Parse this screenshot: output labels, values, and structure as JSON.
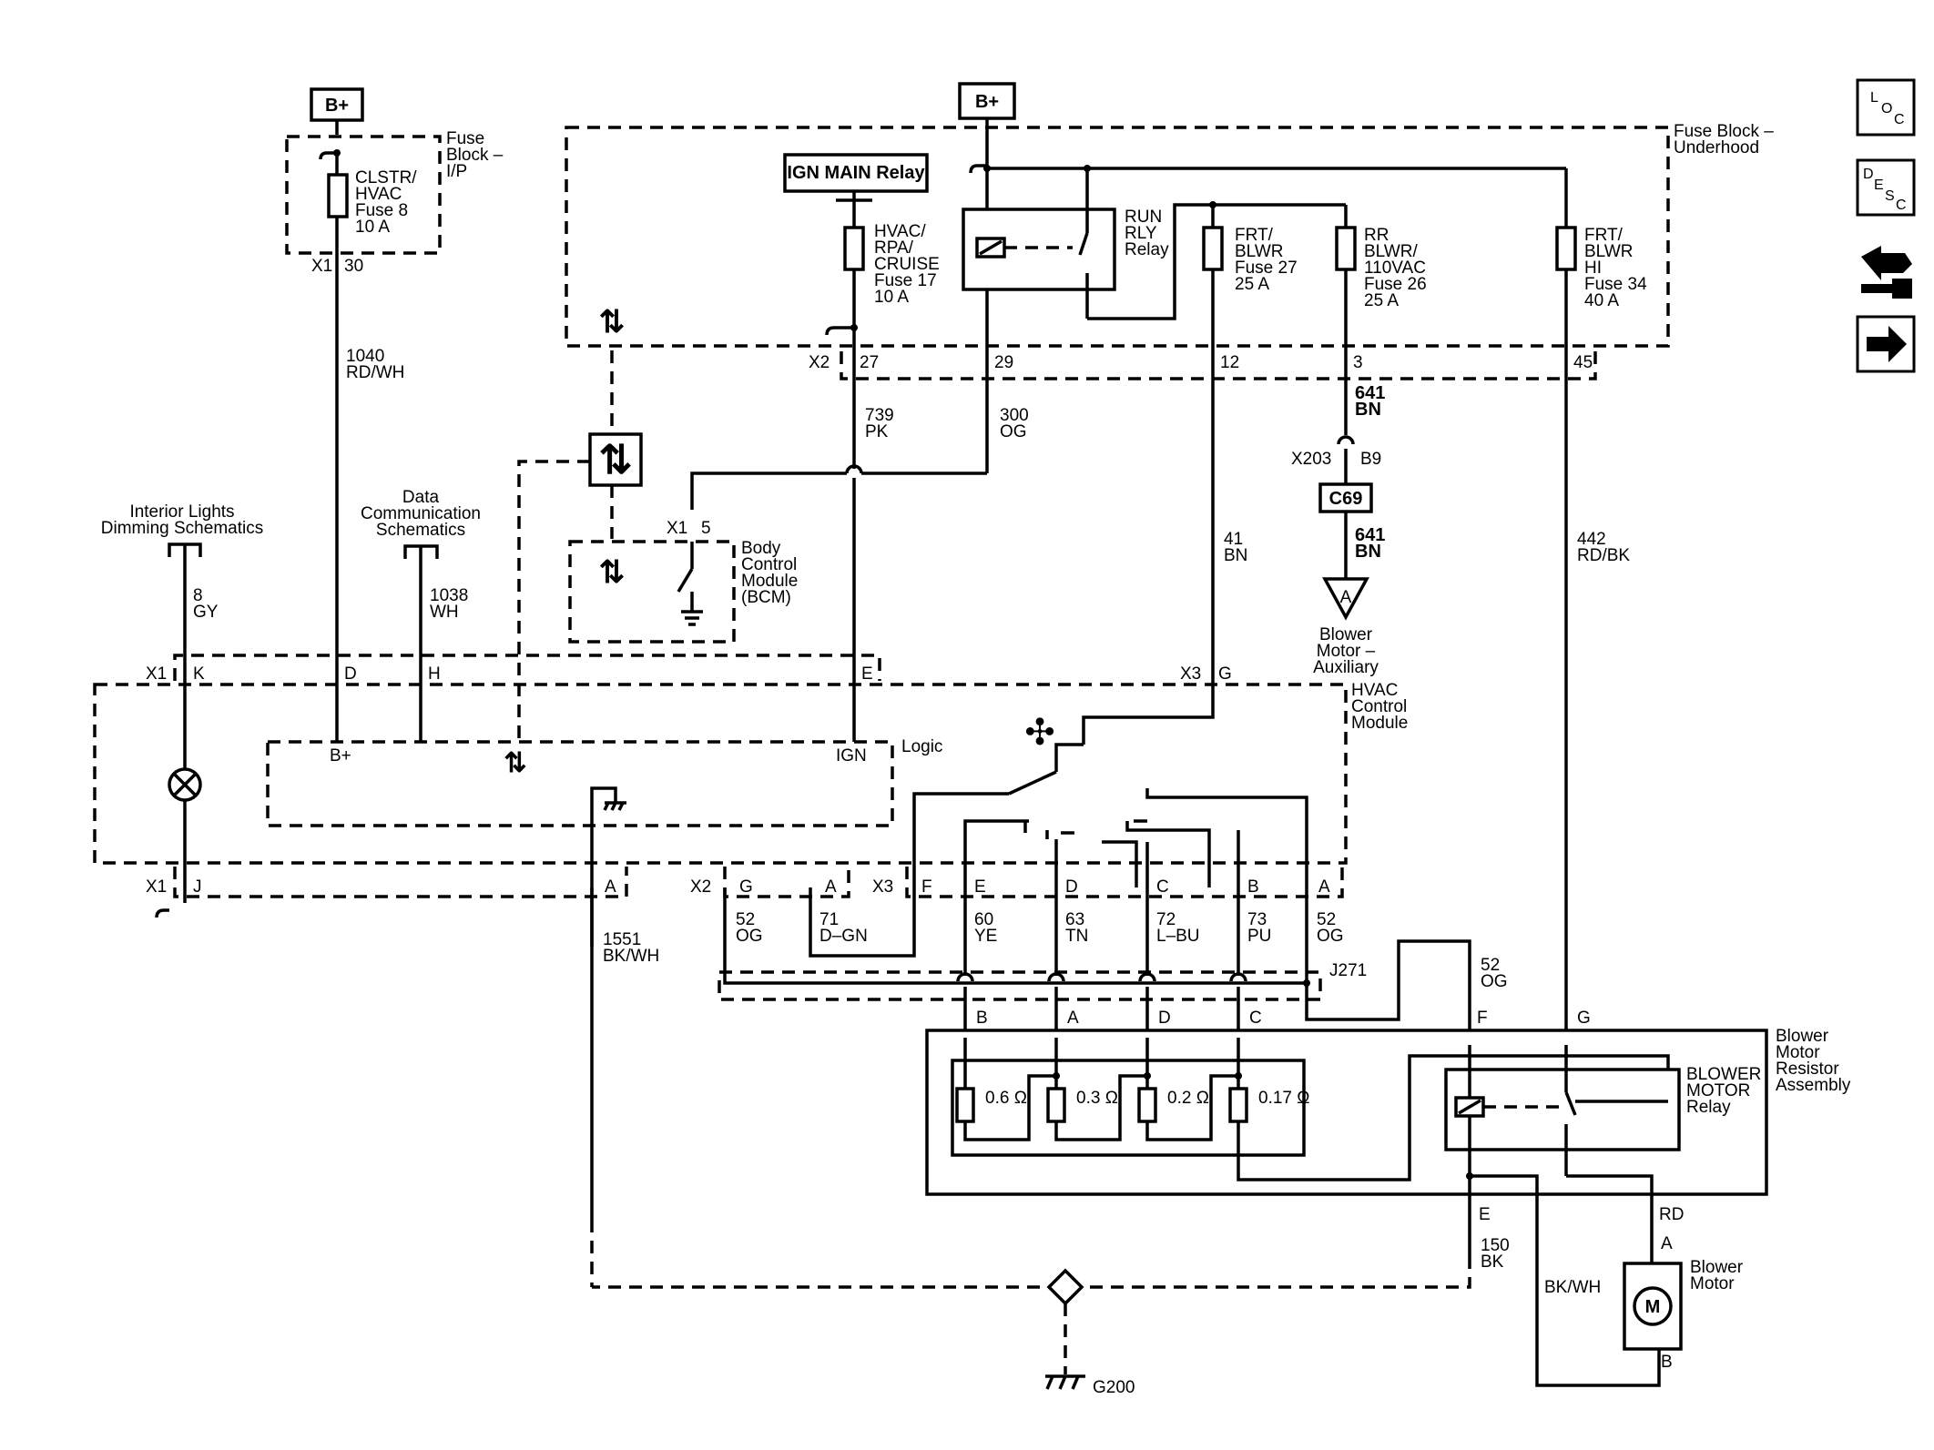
{
  "supply": {
    "bplus": "B+"
  },
  "fuse_ip": {
    "name": [
      "Fuse",
      "Block –",
      "I/P"
    ],
    "fuse": [
      "CLSTR/",
      "HVAC",
      "Fuse 8",
      "10 A"
    ],
    "conn": "X1",
    "pin": "30"
  },
  "fuse_uh": {
    "name": [
      "Fuse Block –",
      "Underhood"
    ],
    "relay_ign": "IGN MAIN Relay",
    "fuse17": [
      "HVAC/",
      "RPA/",
      "CRUISE",
      "Fuse 17",
      "10 A"
    ],
    "run_relay": [
      "RUN",
      "RLY",
      "Relay"
    ],
    "fuse27": [
      "FRT/",
      "BLWR",
      "Fuse 27",
      "25 A"
    ],
    "fuse26": [
      "RR",
      "BLWR/",
      "110VAC",
      "Fuse 26",
      "25 A"
    ],
    "fuse34": [
      "FRT/",
      "BLWR",
      "HI",
      "Fuse 34",
      "40 A"
    ],
    "conn": "X2",
    "pins": [
      "27",
      "29",
      "12",
      "3",
      "45"
    ]
  },
  "wires": {
    "w1040": [
      "1040",
      "RD/WH"
    ],
    "w739": [
      "739",
      "PK"
    ],
    "w300": [
      "300",
      "OG"
    ],
    "w41": [
      "41",
      "BN"
    ],
    "w641a": [
      "641",
      "BN"
    ],
    "w641b": [
      "641",
      "BN"
    ],
    "w442": [
      "442",
      "RD/BK"
    ],
    "w8": [
      "8",
      "GY"
    ],
    "w1038": [
      "1038",
      "WH"
    ],
    "w1551": [
      "1551",
      "BK/WH"
    ],
    "w52a": [
      "52",
      "OG"
    ],
    "w71": [
      "71",
      "D–GN"
    ],
    "w60": [
      "60",
      "YE"
    ],
    "w63": [
      "63",
      "TN"
    ],
    "w72": [
      "72",
      "L–BU"
    ],
    "w73": [
      "73",
      "PU"
    ],
    "w52b": [
      "52",
      "OG"
    ],
    "w52c": [
      "52",
      "OG"
    ],
    "w150": [
      "150",
      "BK"
    ],
    "wbkwh": "BK/WH",
    "wrd": "RD"
  },
  "x203": {
    "conn": "X203",
    "pin": "B9",
    "ref": "C69"
  },
  "aux": {
    "letter": "A",
    "label": [
      "Blower",
      "Motor –",
      "Auxiliary"
    ]
  },
  "bcm": {
    "conn": "X1",
    "pin": "5",
    "label": [
      "Body",
      "Control",
      "Module",
      "(BCM)"
    ]
  },
  "refs": {
    "interior": [
      "Interior Lights",
      "Dimming Schematics"
    ],
    "data": [
      "Data",
      "Communication",
      "Schematics"
    ]
  },
  "hvac": {
    "label": [
      "HVAC",
      "Control",
      "Module"
    ],
    "logic": "Logic",
    "bplus": "B+",
    "ign": "IGN",
    "x1": "X1",
    "x1_pins": [
      "K",
      "D",
      "H",
      "E"
    ],
    "x3top": "X3",
    "x3top_pin": "G",
    "x1bot": "X1",
    "x1bot_pins": [
      "J",
      "A"
    ],
    "x2": "X2",
    "x2_pins": [
      "G",
      "A"
    ],
    "x3": "X3",
    "x3_pins": [
      "F",
      "E",
      "D",
      "C",
      "B",
      "A"
    ]
  },
  "j271": "J271",
  "resistor_assy": {
    "label": [
      "Blower",
      "Motor",
      "Resistor",
      "Assembly"
    ],
    "pins_top": [
      "B",
      "A",
      "D",
      "C",
      "F",
      "G"
    ],
    "resistors": [
      "0.6 Ω",
      "0.3 Ω",
      "0.2 Ω",
      "0.17 Ω"
    ],
    "relay": [
      "BLOWER",
      "MOTOR",
      "Relay"
    ],
    "pin_e": "E"
  },
  "motor": {
    "label": [
      "Blower",
      "Motor"
    ],
    "symbol": "M",
    "pin_a": "A",
    "pin_b": "B"
  },
  "ground": "G200",
  "sidebar": {
    "loc": [
      "L",
      "O",
      "C"
    ],
    "desc": [
      "D",
      "E",
      "S",
      "C"
    ],
    "icons": [
      "connector-icon",
      "next-arrow-icon"
    ]
  }
}
